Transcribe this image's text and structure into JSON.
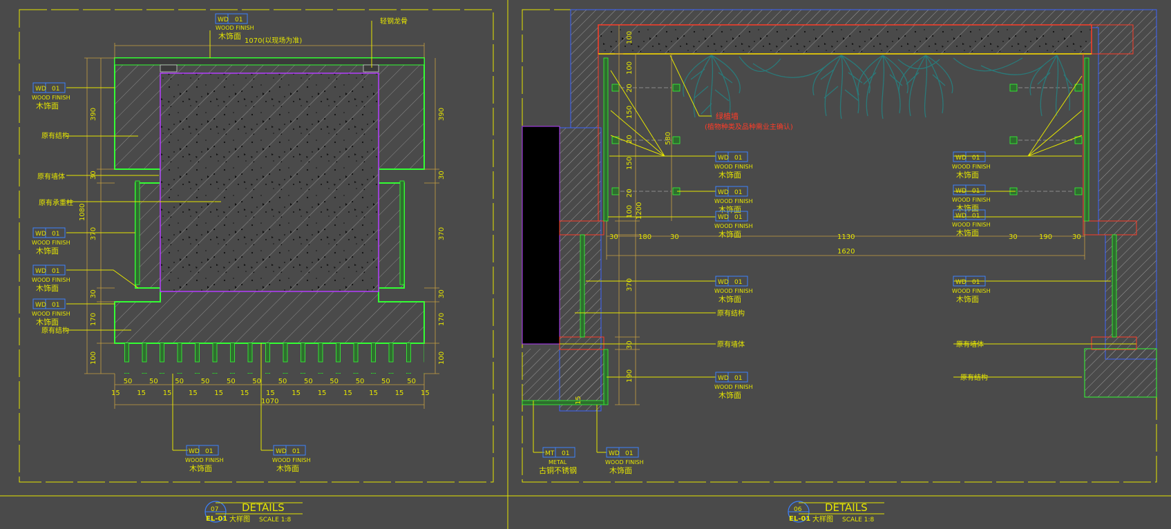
{
  "colors": {
    "background": "#4a4a4a",
    "frame": "#e6e600",
    "dimension": "#c8a040",
    "wall_outline": "#33ff33",
    "purple": "#b43cff",
    "red": "#ff3c28",
    "blue": "#3c64ff",
    "hatch": "#8c8c8c",
    "tag_box": "#3c82ff",
    "plant": "#2a7a7a"
  },
  "left_detail": {
    "top_tag": {
      "code": "WD",
      "num": "01",
      "en": "WOOD FINISH",
      "cn": "木饰面"
    },
    "top_note": "轻钢龙骨",
    "top_dim": "1070(以现场为准)",
    "left_tags": [
      {
        "code": "WD",
        "num": "01",
        "en": "WOOD FINISH",
        "cn": "木饰面"
      },
      {
        "code": "WD",
        "num": "01",
        "en": "WOOD FINISH",
        "cn": "木饰面"
      },
      {
        "code": "WD",
        "num": "01",
        "en": "WOOD FINISH",
        "cn": "木饰面"
      },
      {
        "code": "WD",
        "num": "01",
        "en": "WOOD FINISH",
        "cn": "木饰面"
      }
    ],
    "left_labels": [
      "原有结构",
      "原有墙体",
      "原有承重柱",
      "原有结构"
    ],
    "dims_left_outer": "1080",
    "dims_left": [
      "390",
      "30",
      "370",
      "30",
      "170",
      "100"
    ],
    "dims_right": [
      "390",
      "30",
      "370",
      "30",
      "170",
      "100"
    ],
    "bottom_dims": [
      "15",
      "50",
      "15",
      "50",
      "15",
      "50",
      "15",
      "50",
      "15",
      "50",
      "15",
      "50",
      "15",
      "50",
      "15",
      "50",
      "15",
      "50",
      "15",
      "50",
      "15",
      "50",
      "15",
      "50",
      "15"
    ],
    "bottom_total": "1070",
    "bottom_tags": [
      {
        "code": "WD",
        "num": "01",
        "en": "WOOD FINISH",
        "cn": "木饰面"
      },
      {
        "code": "WD",
        "num": "01",
        "en": "WOOD FINISH",
        "cn": "木饰面"
      }
    ],
    "title": {
      "num": "07",
      "sheet": "EL-01",
      "label": "DETAILS",
      "cn": "大样图",
      "scale": "SCALE  1:8"
    }
  },
  "right_detail": {
    "red_note_1": "绿植墙",
    "red_note_2": "(植物种类及品种需业主确认)",
    "left_dims_v": [
      "100",
      "100",
      "20",
      "150",
      "20",
      "150",
      "20",
      "100"
    ],
    "dim_580": "580",
    "dim_1200": "1200",
    "dim_370": "370",
    "dim_30": "30",
    "dim_190": "190",
    "horizontal_dims": [
      "30",
      "180",
      "30",
      "1130",
      "30",
      "190",
      "30"
    ],
    "total_1620": "1620",
    "center_tags": [
      {
        "code": "WD",
        "num": "01",
        "en": "WOOD FINISH",
        "cn": "木饰面"
      },
      {
        "code": "WD",
        "num": "01",
        "en": "WOOD FINISH",
        "cn": "木饰面"
      },
      {
        "code": "WD",
        "num": "01",
        "en": "WOOD FINISH",
        "cn": "木饰面"
      },
      {
        "code": "WD",
        "num": "01",
        "en": "WOOD FINISH",
        "cn": "木饰面"
      },
      {
        "code": "WD",
        "num": "01",
        "en": "WOOD FINISH",
        "cn": "木饰面"
      }
    ],
    "right_tags": [
      {
        "code": "WD",
        "num": "01",
        "en": "WOOD FINISH",
        "cn": "木饰面"
      },
      {
        "code": "WD",
        "num": "01",
        "en": "WOOD FINISH",
        "cn": "木饰面"
      },
      {
        "code": "WD",
        "num": "01",
        "en": "WOOD FINISH",
        "cn": "木饰面"
      },
      {
        "code": "WD",
        "num": "01",
        "en": "WOOD FINISH",
        "cn": "木饰面"
      }
    ],
    "center_labels": [
      "原有结构",
      "原有墙体"
    ],
    "right_labels": [
      "原有墙体",
      "原有结构"
    ],
    "bottom_tags": [
      {
        "code": "MT",
        "num": "01",
        "en": "METAL",
        "cn": "古铜不锈钢"
      },
      {
        "code": "WD",
        "num": "01",
        "en": "WOOD FINISH",
        "cn": "木饰面"
      }
    ],
    "small_dim": "15",
    "title": {
      "num": "06",
      "sheet": "EL-01",
      "label": "DETAILS",
      "cn": "大样图",
      "scale": "SCALE  1:8"
    }
  }
}
